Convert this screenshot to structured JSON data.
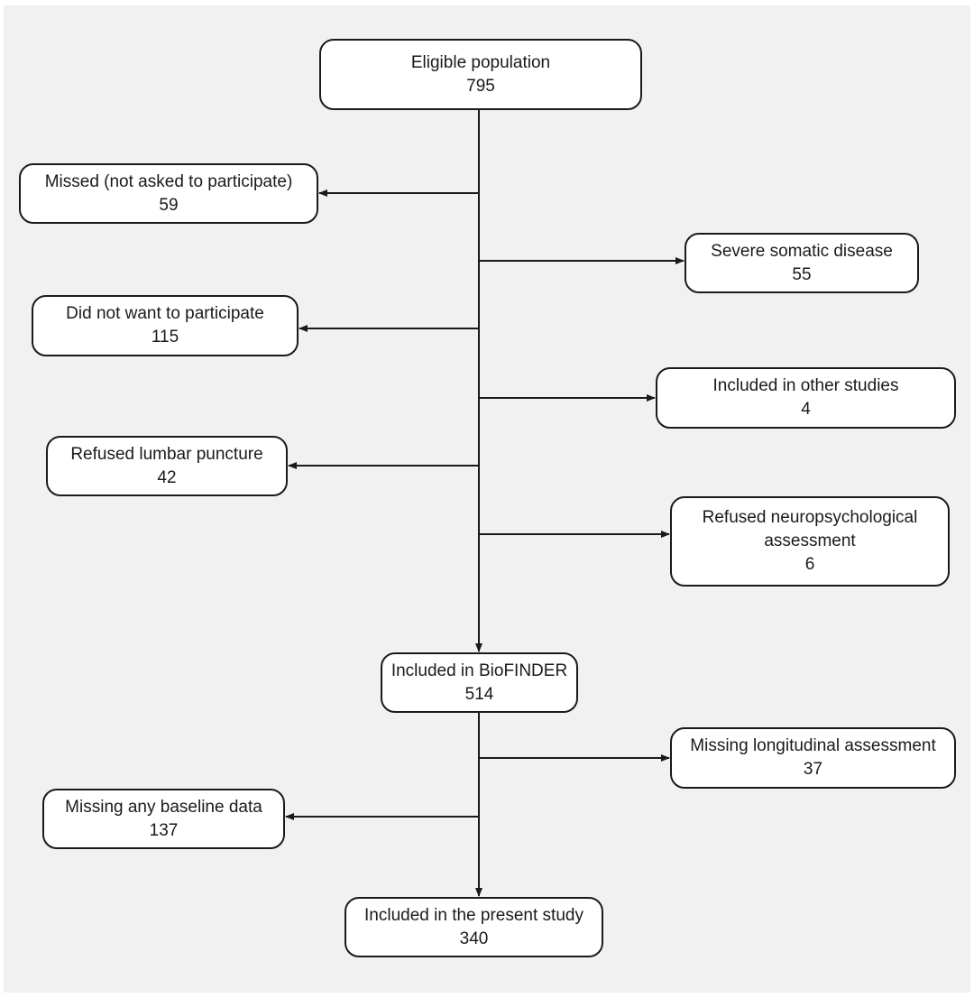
{
  "colors": {
    "background": "#f1f1f1",
    "box_fill": "#ffffff",
    "line": "#1a1a1a",
    "text": "#1a1a1a"
  },
  "boxes": {
    "eligible": {
      "label": "Eligible population",
      "count": "795"
    },
    "missed": {
      "label": "Missed (not asked to participate)",
      "count": "59"
    },
    "somatic": {
      "label": "Severe somatic disease",
      "count": "55"
    },
    "not_want": {
      "label": "Did not want to participate",
      "count": "115"
    },
    "other_studies": {
      "label": "Included in other studies",
      "count": "4"
    },
    "lumbar": {
      "label": "Refused lumbar puncture",
      "count": "42"
    },
    "neuropsych": {
      "label": "Refused neuropsychological assessment",
      "count": "6"
    },
    "biofinder": {
      "label": "Included in BioFINDER",
      "count": "514"
    },
    "longitudinal": {
      "label": "Missing longitudinal assessment",
      "count": "37"
    },
    "baseline": {
      "label": "Missing any baseline data",
      "count": "137"
    },
    "present": {
      "label": "Included in the present study",
      "count": "340"
    }
  }
}
